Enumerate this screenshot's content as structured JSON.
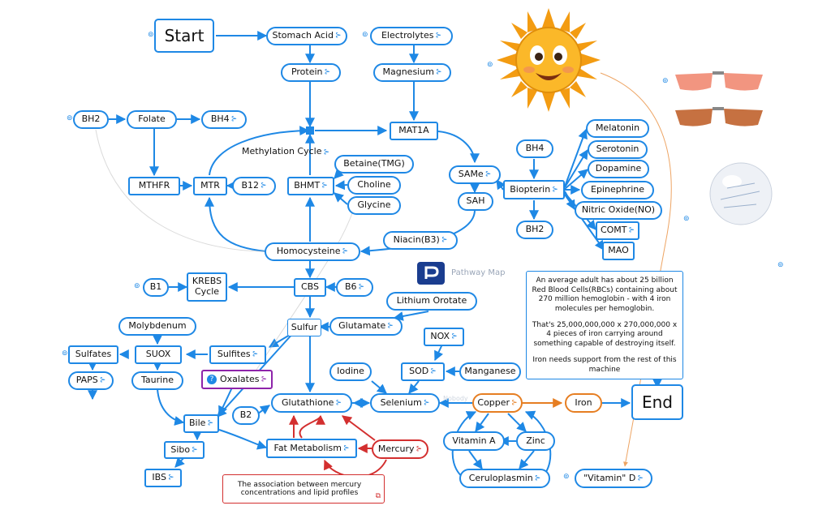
{
  "nodes": {
    "start": "Start",
    "stomach_acid": "Stomach Acid",
    "electrolytes": "Electrolytes",
    "protein": "Protein",
    "magnesium": "Magnesium",
    "bh2_left": "BH2",
    "folate": "Folate",
    "bh4_left": "BH4",
    "mat1a": "MAT1A",
    "methylation_cycle": "Methylation Cycle",
    "mthfr": "MTHFR",
    "mtr": "MTR",
    "b12": "B12",
    "bhmt": "BHMT",
    "betaine": "Betaine(TMG)",
    "choline": "Choline",
    "glycine": "Glycine",
    "same": "SAMe",
    "sah": "SAH",
    "bh4_right": "BH4",
    "biopterin": "Biopterin",
    "bh2_right": "BH2",
    "melatonin": "Melatonin",
    "serotonin": "Serotonin",
    "dopamine": "Dopamine",
    "epinephrine": "Epinephrine",
    "nitric_oxide": "Nitric Oxide(NO)",
    "comt": "COMT",
    "mao": "MAO",
    "niacin": "Niacin(B3)",
    "homocysteine": "Homocysteine",
    "b1": "B1",
    "krebs": "KREBS Cycle",
    "cbs": "CBS",
    "b6": "B6",
    "lithium": "Lithium Orotate",
    "molybdenum": "Molybdenum",
    "sulfur": "Sulfur",
    "glutamate": "Glutamate",
    "sulfates": "Sulfates",
    "suox": "SUOX",
    "sulfites": "Sulfites",
    "nox": "NOX",
    "paps": "PAPS",
    "taurine": "Taurine",
    "oxalates": "Oxalates",
    "iodine": "Iodine",
    "sod": "SOD",
    "manganese": "Manganese",
    "bile": "Bile",
    "b2": "B2",
    "glutathione": "Glutathione",
    "selenium": "Selenium",
    "copper": "Copper",
    "iron": "Iron",
    "end": "End",
    "sibo": "Sibo",
    "fat_metabolism": "Fat Metabolism",
    "mercury": "Mercury",
    "vitamin_a": "Vitamin A",
    "zinc": "Zinc",
    "ibs": "IBS",
    "ceruloplasmin": "Ceruloplasmin",
    "vitamin_d": "\"Vitamin\" D",
    "mercury_link": "The association between mercury concentrations and lipid profiles"
  },
  "iron_note": [
    "An average adult has about 25 billion Red Blood Cells(RBCs) containing about 270 million hemoglobin - with 4 iron molecules per hemoglobin.",
    "That's 25,000,000,000 x 270,000,000 x 4 pieces of iron carrying around something capable of destroying itself.",
    "Iron needs support from the rest of this machine"
  ],
  "logo_text": "Pathway Map",
  "watermark": "Nobody",
  "colors": {
    "line": "#1e88e5",
    "red": "#d32f2f",
    "orange": "#e67e22",
    "purple": "#8e24aa",
    "sun": "#f5a623"
  }
}
